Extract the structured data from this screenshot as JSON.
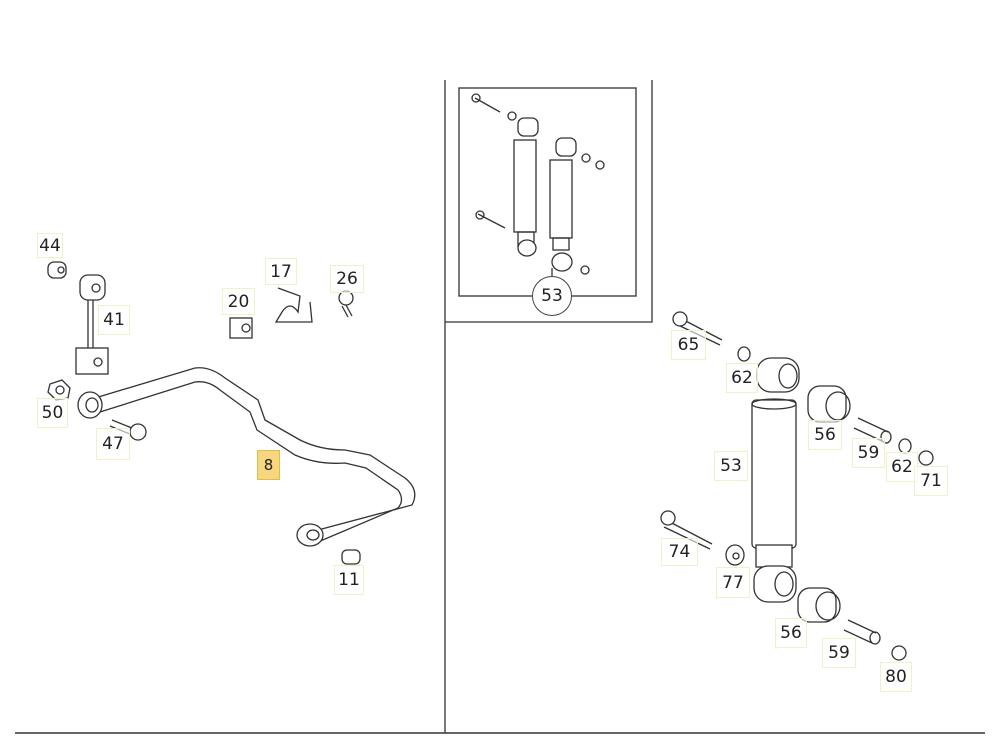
{
  "diagram": {
    "highlight_color": "#f7d77e",
    "inset_label": "53",
    "callouts": [
      {
        "id": "44",
        "label": "44"
      },
      {
        "id": "41",
        "label": "41"
      },
      {
        "id": "20",
        "label": "20"
      },
      {
        "id": "17",
        "label": "17"
      },
      {
        "id": "26",
        "label": "26"
      },
      {
        "id": "50",
        "label": "50"
      },
      {
        "id": "47",
        "label": "47"
      },
      {
        "id": "8",
        "label": "8",
        "highlighted": true
      },
      {
        "id": "11",
        "label": "11"
      },
      {
        "id": "65",
        "label": "65"
      },
      {
        "id": "62a",
        "label": "62"
      },
      {
        "id": "56a",
        "label": "56"
      },
      {
        "id": "53",
        "label": "53"
      },
      {
        "id": "59a",
        "label": "59"
      },
      {
        "id": "62b",
        "label": "62"
      },
      {
        "id": "71",
        "label": "71"
      },
      {
        "id": "74",
        "label": "74"
      },
      {
        "id": "77",
        "label": "77"
      },
      {
        "id": "56b",
        "label": "56"
      },
      {
        "id": "59b",
        "label": "59"
      },
      {
        "id": "80",
        "label": "80"
      }
    ]
  }
}
